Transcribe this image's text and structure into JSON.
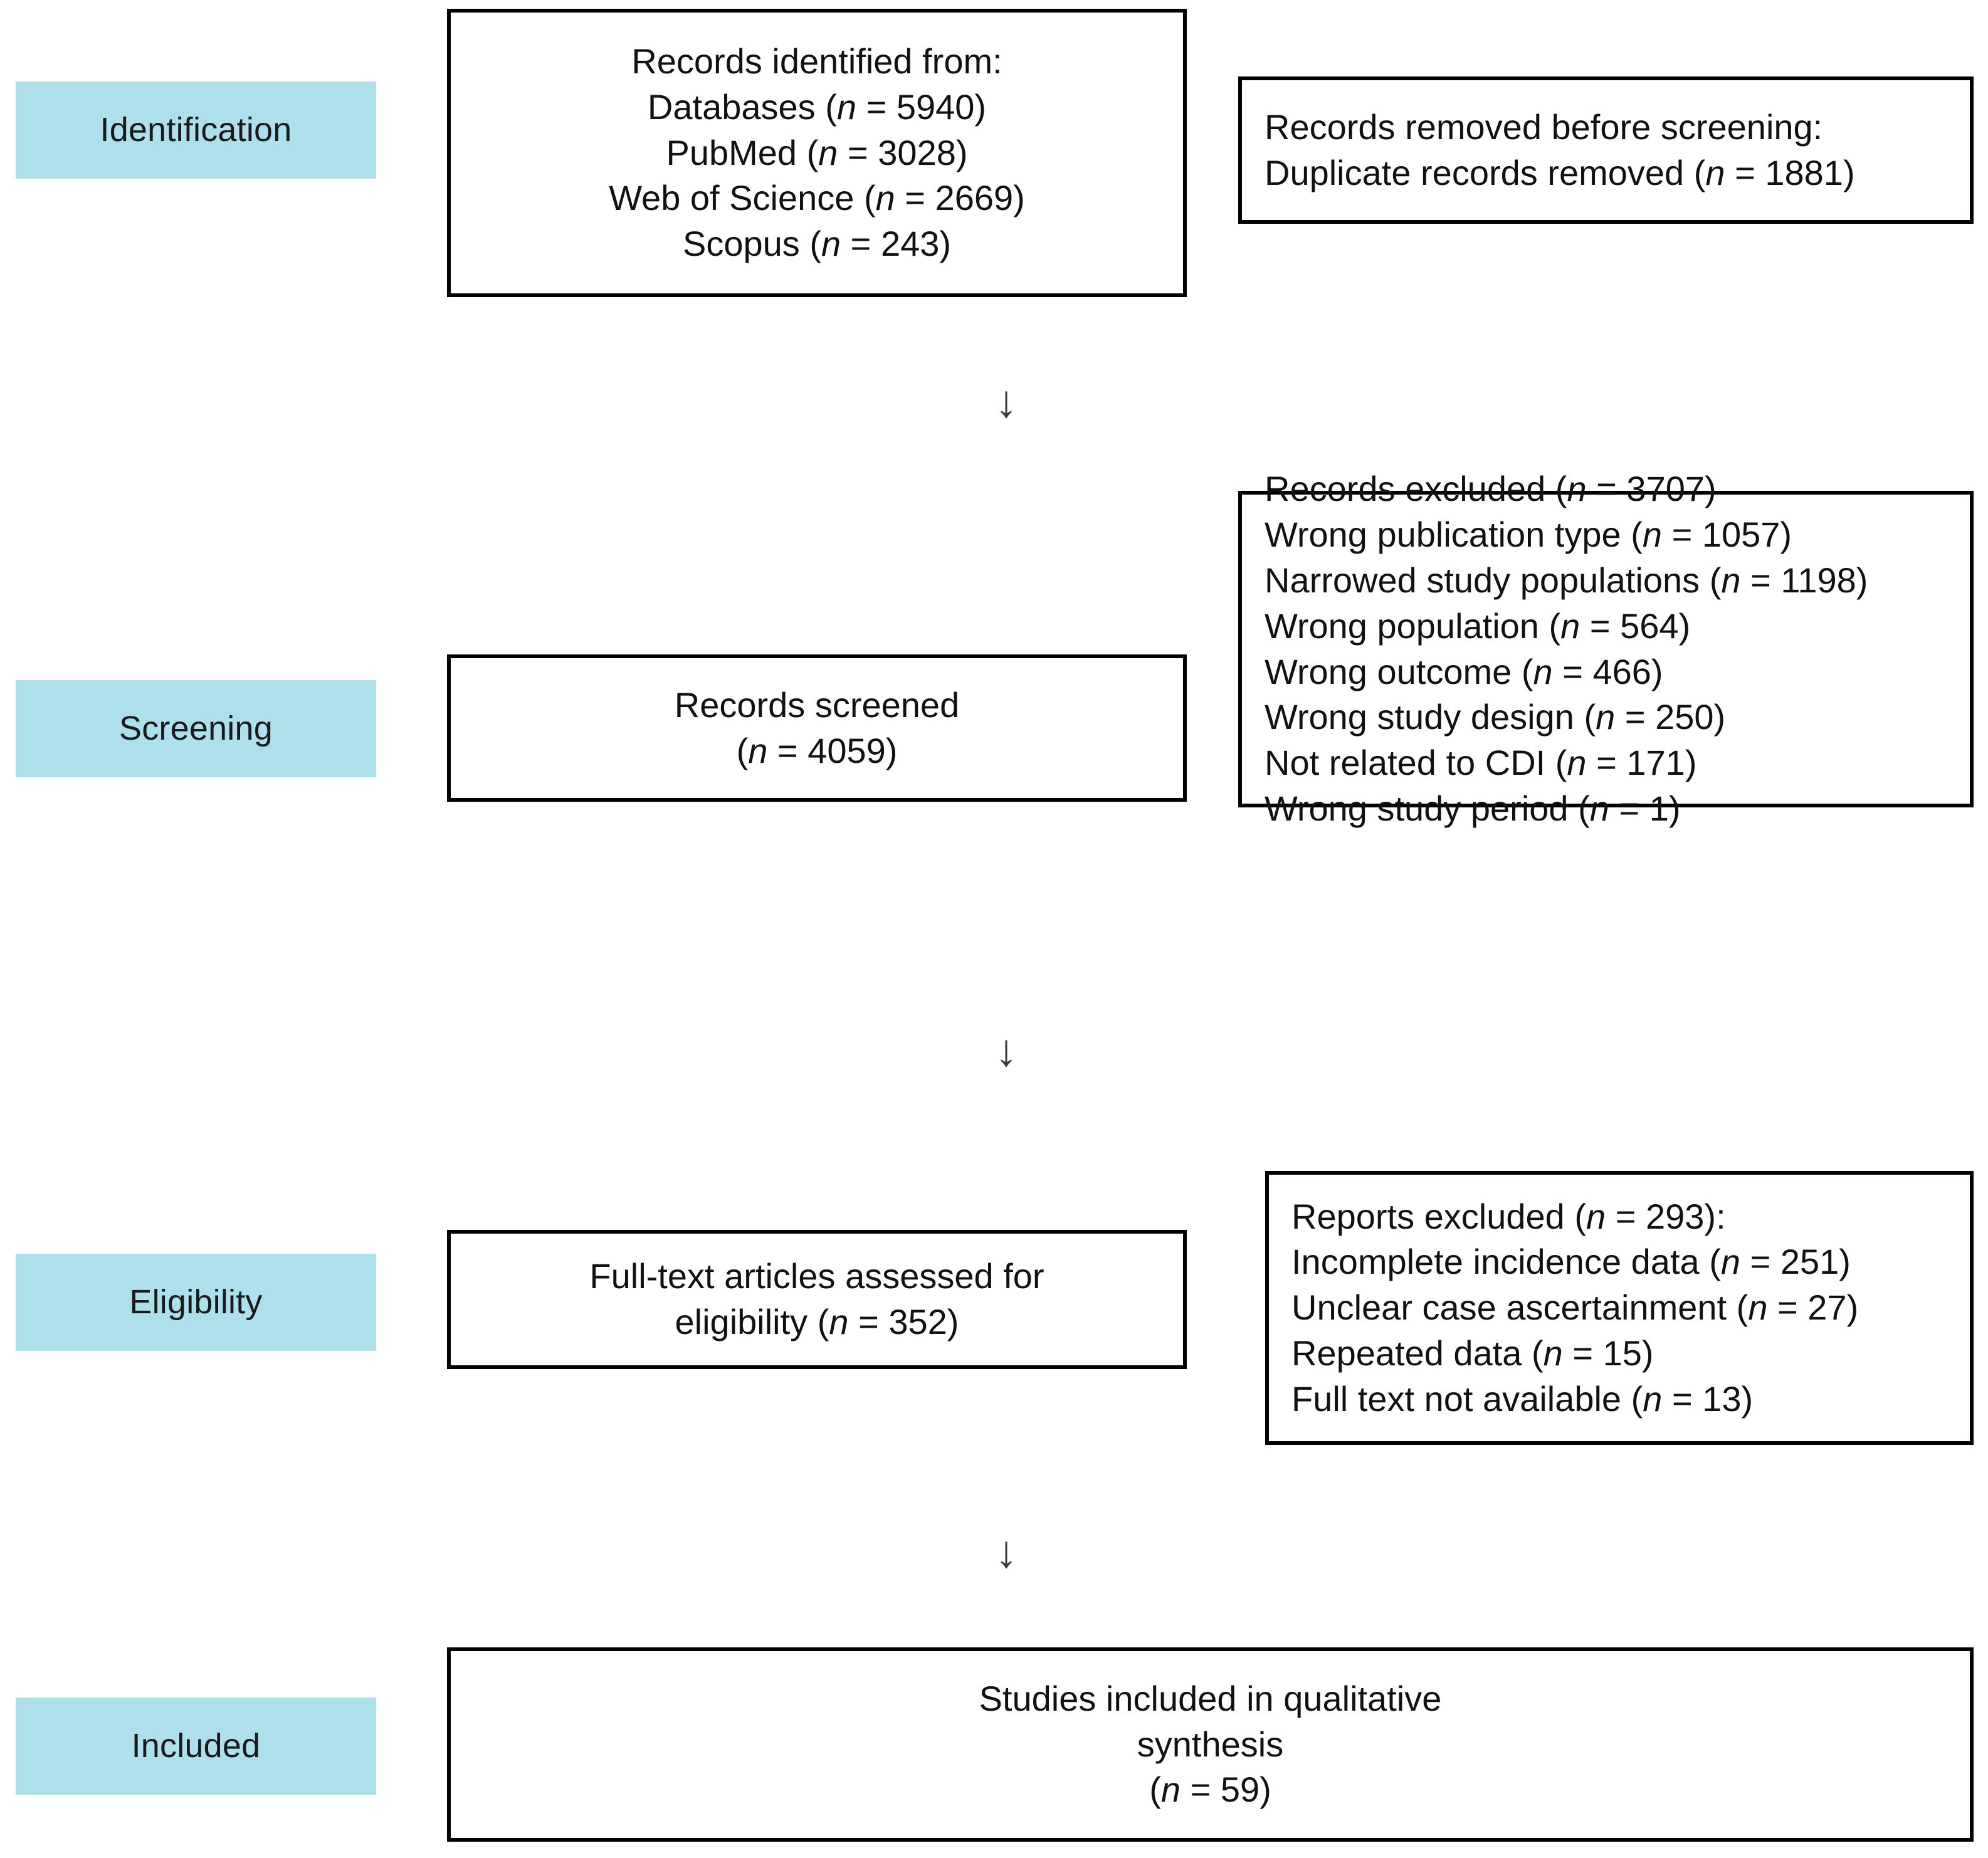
{
  "diagram": {
    "title": "PRISMA study selection flow diagram",
    "accent_color": "#ade0eb",
    "border_color": "#000000",
    "background_color": "#ffffff",
    "arrow_glyph": "↓"
  },
  "stages": [
    {
      "key": "identification",
      "label": "Identification"
    },
    {
      "key": "screening",
      "label": "Screening"
    },
    {
      "key": "eligibility",
      "label": "Eligibility"
    },
    {
      "key": "included",
      "label": "Included"
    }
  ],
  "boxes": {
    "identified": {
      "lines": [
        "Records identified from:",
        "Databases (n = 5940)",
        "PubMed (n = 3028)",
        "Web of Science (n = 2669)",
        "Scopus (n = 243)"
      ]
    },
    "removed_before_screening": {
      "lines": [
        "Records removed before screening:",
        "Duplicate records removed (n = 1881)"
      ]
    },
    "records_screened": {
      "lines": [
        "Records screened",
        "(n = 4059)"
      ]
    },
    "records_excluded": {
      "lines": [
        "Records excluded (n = 3707)",
        "Wrong publication type (n = 1057)",
        "Narrowed study populations (n = 1198)",
        "Wrong population (n = 564)",
        "Wrong outcome (n = 466)",
        "Wrong study design (n = 250)",
        "Not related to CDI (n = 171)",
        "Wrong study period (n = 1)"
      ]
    },
    "fulltext_assessed": {
      "lines": [
        "Full-text articles assessed for",
        "eligibility (n = 352)"
      ]
    },
    "reports_excluded": {
      "lines": [
        "Reports excluded (n = 293):",
        "Incomplete incidence data (n = 251)",
        "Unclear case ascertainment (n = 27)",
        "Repeated data (n = 15)",
        "Full text not available (n = 13)"
      ]
    },
    "studies_included": {
      "lines": [
        "Studies included in qualitative",
        "synthesis",
        "(n = 59)"
      ]
    }
  },
  "arrows": [
    {
      "key": "arrow-1"
    },
    {
      "key": "arrow-2"
    },
    {
      "key": "arrow-3"
    }
  ]
}
